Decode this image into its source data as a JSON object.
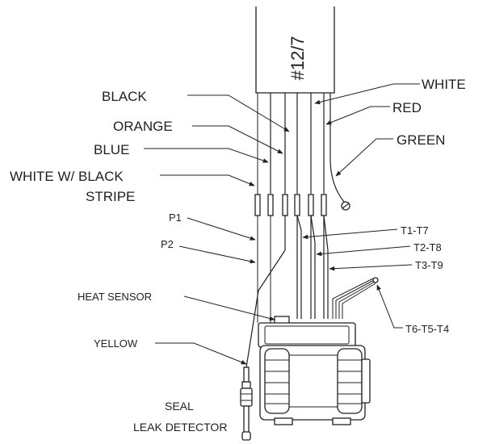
{
  "cable_label": "#12/7",
  "labels": {
    "black": "BLACK",
    "orange": "ORANGE",
    "blue": "BLUE",
    "white_black_stripe_1": "WHITE W/ BLACK",
    "white_black_stripe_2": "STRIPE",
    "white": "WHITE",
    "red": "RED",
    "green": "GREEN",
    "p1": "P1",
    "p2": "P2",
    "t1_t7": "T1-T7",
    "t2_t8": "T2-T8",
    "t3_t9": "T3-T9",
    "heat_sensor": "HEAT SENSOR",
    "t6_t5_t4": "T6-T5-T4",
    "yellow": "YELLOW",
    "seal_1": "SEAL",
    "seal_2": "LEAK DETECTOR"
  }
}
